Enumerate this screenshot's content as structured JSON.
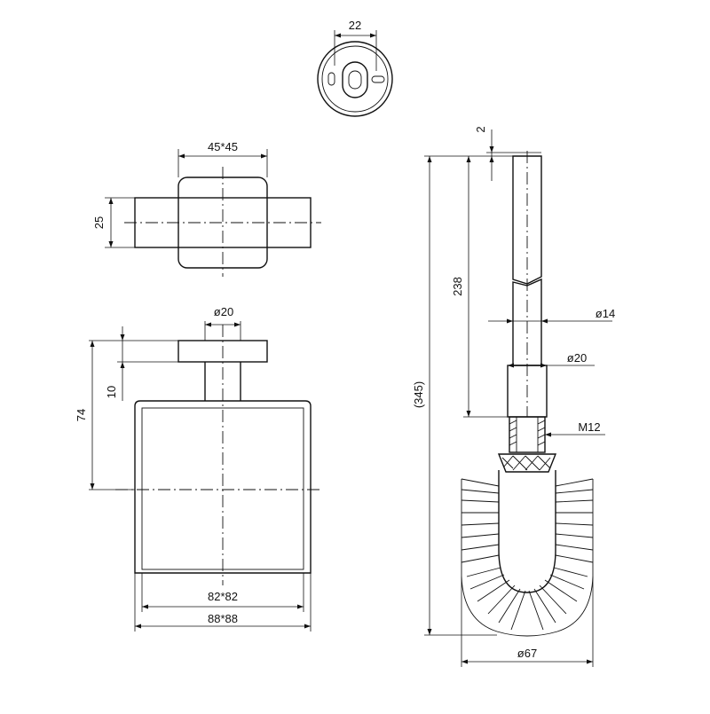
{
  "dimensions": {
    "hole_spacing": "22",
    "plate_size": "45*45",
    "plate_thickness": "25",
    "neck_diameter": "ø20",
    "neck_height": "10",
    "holder_height": "74",
    "inner_width": "82*82",
    "outer_width": "88*88",
    "total_length": "(345)",
    "handle_length": "238",
    "end_gap": "2",
    "handle_diameter": "ø14",
    "collar_diameter": "ø20",
    "thread": "M12",
    "brush_diameter": "ø67"
  }
}
